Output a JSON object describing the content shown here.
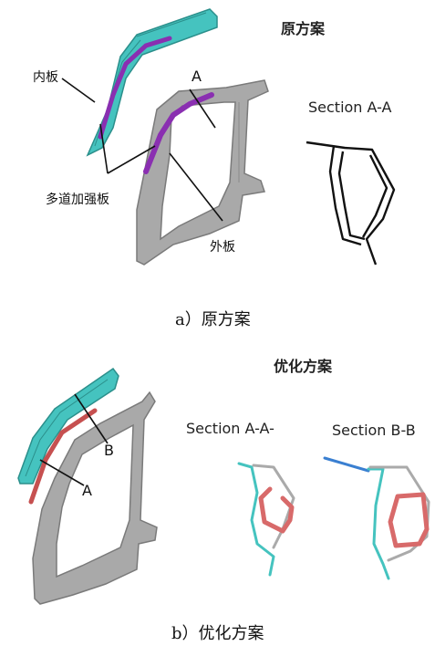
{
  "panel_a": {
    "title": "原方案",
    "labels": {
      "inner": "内板",
      "reinforcements": "多道加强板",
      "outer": "外板",
      "section_marker": "A"
    },
    "section_title": "Section A-A",
    "caption": "a）原方案"
  },
  "panel_b": {
    "title": "优化方案",
    "labels": {
      "marker_a": "A",
      "marker_b": "B"
    },
    "section_a_title": "Section A-A-",
    "section_b_title": "Section B-B",
    "caption": "b）优化方案"
  },
  "colors": {
    "inner_panel": "#45c3bf",
    "reinforcement_purple": "#8a2fb1",
    "reinforcement_red": "#c65050",
    "outer_panel": "#a9a9a9",
    "section_blue": "#3a7fd1"
  }
}
